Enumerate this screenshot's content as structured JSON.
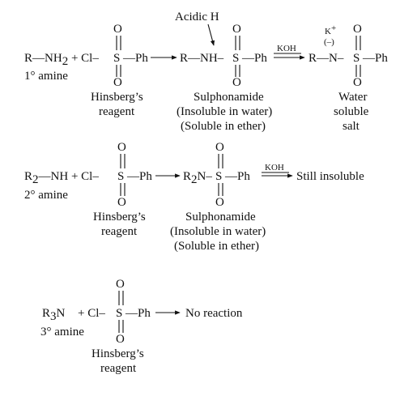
{
  "reactions": [
    {
      "reactant": {
        "r": "R",
        "bond": "—NH",
        "h_sub": "2",
        "plus_reagent": " + Cl–",
        "class_label": "1° amine"
      },
      "reagent_label": {
        "line1": "Hinsberg’s",
        "line2": "reagent"
      },
      "product": {
        "text": "R—NH–",
        "annotation": "Acidic H",
        "label_line1": "Sulphonamide",
        "label_line2": "(Insoluble in water)",
        "label_line3": "(Soluble in ether)"
      },
      "base": "KOH",
      "salt": {
        "text": "R—N–",
        "cation": "K",
        "cation_charge": "+",
        "anion_charge": "(–)",
        "label_line1": "Water",
        "label_line2": "soluble",
        "label_line3": "salt"
      }
    },
    {
      "reactant": {
        "r": "R",
        "r_sub": "2",
        "bond": "—NH",
        "plus_reagent": " + Cl–",
        "class_label": "2° amine"
      },
      "reagent_label": {
        "line1": "Hinsberg’s",
        "line2": "reagent"
      },
      "product": {
        "r": "R",
        "r_sub": "2",
        "n": "N–",
        "label_line1": "Sulphonamide",
        "label_line2": "(Insoluble in water)",
        "label_line3": "(Soluble in ether)"
      },
      "base": "KOH",
      "result": "Still insoluble"
    },
    {
      "reactant": {
        "r": "R",
        "r_sub": "3",
        "n": "N",
        "plus_reagent": "+ Cl–",
        "class_label": "3° amine"
      },
      "reagent_label": {
        "line1": "Hinsberg’s",
        "line2": "reagent"
      },
      "result": "No reaction"
    }
  ],
  "sulfonyl": {
    "s": "S",
    "o": "O",
    "ph": "—Ph"
  }
}
